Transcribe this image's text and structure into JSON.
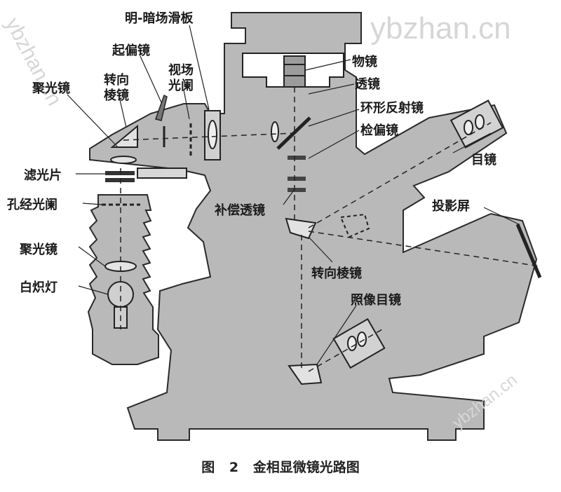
{
  "watermark": {
    "text": "ybzhan.cn",
    "corner_text": "ybzhan.cn"
  },
  "labels": {
    "slider": "明-暗场滑板",
    "polarizer": "起偏镜",
    "turning_prism_top": "转向",
    "turning_prism_bottom": "棱镜",
    "field_stop_top": "视场",
    "field_stop_bottom": "光阑",
    "condenser_top": "聚光镜",
    "objective": "物镜",
    "lens": "透镜",
    "ring_mirror": "环形反射镜",
    "analyzer": "检偏镜",
    "eyepiece": "目镜",
    "filter": "滤光片",
    "aperture_stop": "孔经光阑",
    "projection_screen": "投影屏",
    "compensating_lens": "补偿透镜",
    "condenser_lamp": "聚光镜",
    "incandescent_lamp": "白炽灯",
    "turning_prism_lower": "转向棱镜",
    "photo_eyepiece": "照像目镜"
  },
  "caption": {
    "figure_no": "图 2",
    "title": "金相显微镜光路图"
  },
  "colors": {
    "body": "#b9b9b9",
    "line": "#1e1e1e",
    "text": "#1a1a1a",
    "watermark": "#d6d6d6"
  }
}
